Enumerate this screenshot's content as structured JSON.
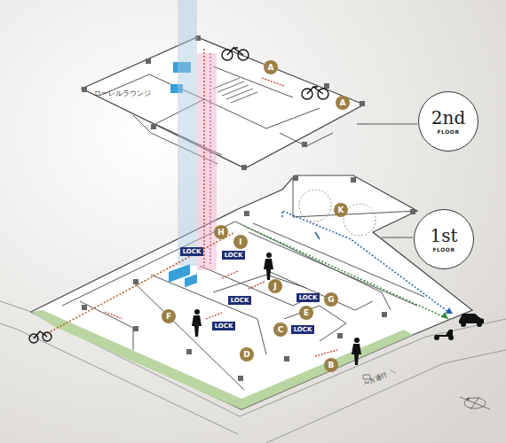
{
  "diagram": {
    "nodes": [
      {
        "text": [
          "A"
        ]
      },
      {
        "text": [
          "A"
        ]
      },
      {
        "text": [
          "2nd",
          "FLOOR"
        ]
      },
      {
        "text": [
          "K"
        ]
      },
      {
        "text": [
          "H"
        ]
      },
      {
        "text": [
          "1st",
          "FLOOR"
        ]
      },
      {
        "text": [
          "I"
        ]
      },
      {
        "text": [
          "LOCK"
        ]
      },
      {
        "text": [
          "LOCK"
        ]
      },
      {
        "text": [
          "J"
        ]
      },
      {
        "text": [
          "LOCK"
        ]
      },
      {
        "text": [
          "LOCK"
        ]
      },
      {
        "text": [
          "G"
        ]
      },
      {
        "text": [
          "E"
        ]
      },
      {
        "text": [
          "F"
        ]
      },
      {
        "text": [
          "LOCK"
        ]
      },
      {
        "text": [
          "C"
        ]
      },
      {
        "text": [
          "LOCK"
        ]
      },
      {
        "text": [
          "D"
        ]
      },
      {
        "text": [
          "B"
        ]
      }
    ],
    "labels": [
      "ローレルラウンジ",
      "一方通行"
    ]
  }
}
